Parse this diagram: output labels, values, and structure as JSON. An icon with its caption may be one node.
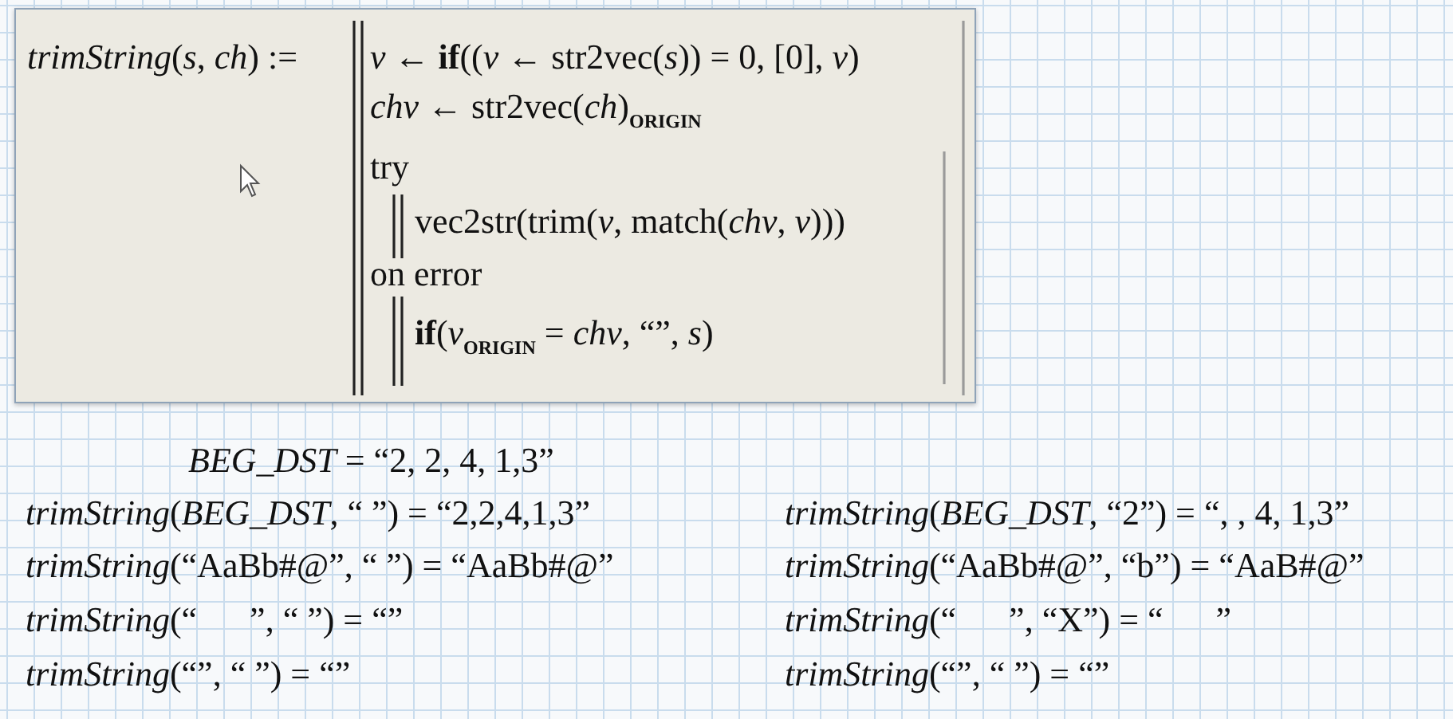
{
  "diagram": {
    "nodes": [
      {
        "text": [
          "*trimString*(*s*, *ch*) :=",
          "*v* ← **if**((*v* ← str2vec(*s*)) = 0, [0], *v*)",
          "*chv* ← str2vec(*ch*)$_{ORIGIN}$",
          "try",
          "vec2str(trim(*v*, match(*chv*, *v*)))",
          "on error",
          "**if**(*v*$_{ORIGIN}$ = *chv*, “”, *s*)"
        ]
      }
    ],
    "labels": [
      "*BEG_DST* = “2, 2, 4, 1,3”",
      "*trimString*(*BEG_DST*, “ ”) = “2,2,4,1,3”",
      "*trimString*(*BEG_DST*, “2”) = “, , 4, 1,3”",
      "*trimString*(“AaBb#@”, “ ”) = “AaBb#@”",
      "*trimString*(“AaBb#@”, “b”) = “AaB#@”",
      "*trimString*(“      ”, “ ”) = “”",
      "*trimString*(“      ”, “X”) = “      ”",
      "*trimString*(“”, “ ”) = “”",
      "*trimString*(“”, “ ”) = “”"
    ]
  }
}
